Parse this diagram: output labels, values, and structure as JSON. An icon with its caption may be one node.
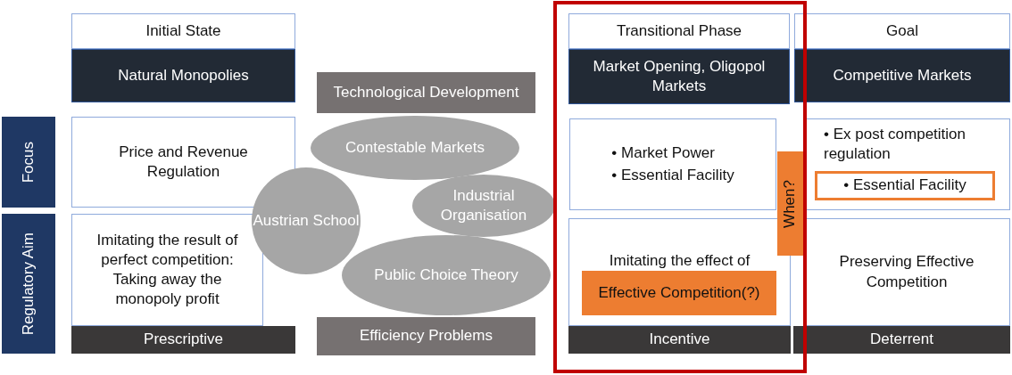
{
  "diagram": {
    "nodes": [
      {
        "text": [
          "Initial State"
        ]
      },
      {
        "text": [
          "Natural Monopolies"
        ]
      },
      {
        "text": [
          "Transitional Phase"
        ]
      },
      {
        "text": [
          "Market Opening, Oligopol Markets"
        ]
      },
      {
        "text": [
          "Goal"
        ]
      },
      {
        "text": [
          "Competitive Markets"
        ]
      },
      {
        "text": [
          "Focus"
        ]
      },
      {
        "text": [
          "Regulatory Aim"
        ]
      },
      {
        "text": [
          "Price and Revenue Regulation"
        ]
      },
      {
        "text": [
          "• Market Power",
          "• Essential Facility"
        ]
      },
      {
        "text": [
          "• Ex post competition regulation"
        ]
      },
      {
        "text": [
          "• Essential Facility"
        ],
        "in": 10
      },
      {
        "text": [
          "Imitating the result of perfect competition: Taking away the monopoly profit"
        ]
      },
      {
        "text": [
          "Prescriptive"
        ]
      },
      {
        "text": [
          "Imitating the effect of"
        ]
      },
      {
        "text": [
          "Effective Competition(?)"
        ],
        "in": 14
      },
      {
        "text": [
          "Incentive"
        ]
      },
      {
        "text": [
          "Preserving Effective Competition"
        ]
      },
      {
        "text": [
          "Deterrent"
        ]
      },
      {
        "text": [
          "When?"
        ]
      },
      {
        "text": [
          "Technological Development"
        ]
      },
      {
        "text": [
          "Contestable Markets"
        ]
      },
      {
        "text": [
          "Austrian School"
        ]
      },
      {
        "text": [
          "Industrial Organisation"
        ]
      },
      {
        "text": [
          "Public Choice Theory"
        ]
      },
      {
        "text": [
          "Efficiency Problems"
        ]
      }
    ]
  }
}
